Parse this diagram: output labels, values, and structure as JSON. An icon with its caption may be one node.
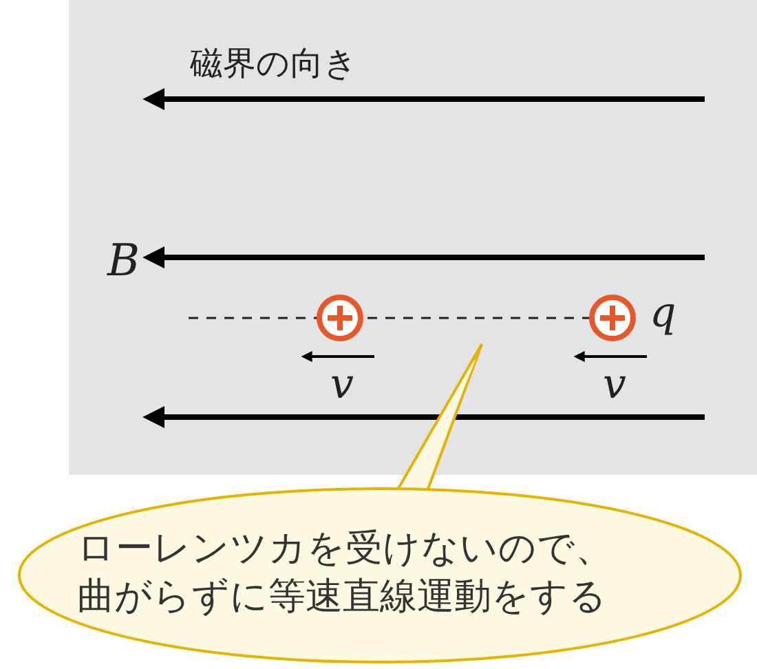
{
  "diagram": {
    "nodes": [
      {
        "text": [
          "ローレンツカを受けないので、曲がらずに等速直線運動をする"
        ]
      }
    ],
    "labels": [
      "磁界の向き",
      "B",
      "q",
      "v",
      "v"
    ]
  }
}
